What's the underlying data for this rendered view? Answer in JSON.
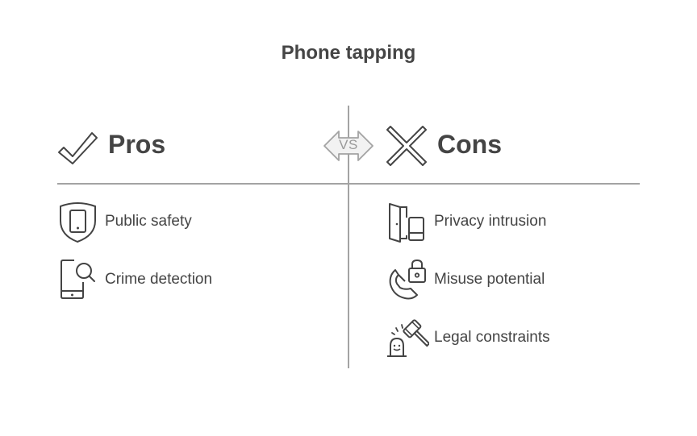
{
  "title": "Phone tapping",
  "vs_label": "VS",
  "pros": {
    "heading": "Pros",
    "icon": "checkmark-icon",
    "items": [
      {
        "label": "Public safety",
        "icon": "shield-phone-icon"
      },
      {
        "label": "Crime detection",
        "icon": "phone-search-icon"
      }
    ]
  },
  "cons": {
    "heading": "Cons",
    "icon": "cross-icon",
    "items": [
      {
        "label": "Privacy intrusion",
        "icon": "door-phone-icon"
      },
      {
        "label": "Misuse potential",
        "icon": "phone-lock-icon"
      },
      {
        "label": "Legal constraints",
        "icon": "gavel-icon"
      }
    ]
  },
  "colors": {
    "text": "#444444",
    "lines": "#a3a3a3",
    "vs": "#9a9a9a"
  }
}
